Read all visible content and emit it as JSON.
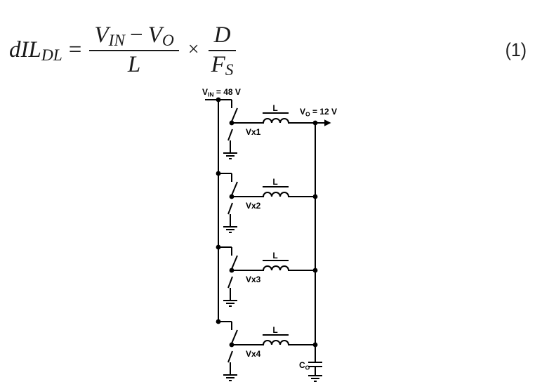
{
  "equation": {
    "lhs_main": "dIL",
    "lhs_sub": "DL",
    "equals": "=",
    "frac1": {
      "v1": "V",
      "v1_sub": "IN",
      "minus": "−",
      "v2": "V",
      "v2_sub": "O",
      "den": "L"
    },
    "times": "×",
    "frac2": {
      "num": "D",
      "den_main": "F",
      "den_sub": "S"
    },
    "number": "(1)"
  },
  "circuit": {
    "vin_label": {
      "main": "V",
      "sub": "IN",
      "rest": " = 48 V"
    },
    "vout_label": {
      "main": "V",
      "sub": "O",
      "rest": " = 12 V"
    },
    "phases": [
      {
        "inductor_label": "L",
        "switch_node_label": "Vx1"
      },
      {
        "inductor_label": "L",
        "switch_node_label": "Vx2"
      },
      {
        "inductor_label": "L",
        "switch_node_label": "Vx3"
      },
      {
        "inductor_label": "L",
        "switch_node_label": "Vx4"
      }
    ],
    "cap_label": {
      "main": "C",
      "sub": "O"
    }
  },
  "colors": {
    "ink": "#000000",
    "formula_ink": "#1a1a1a",
    "background": "#ffffff"
  }
}
